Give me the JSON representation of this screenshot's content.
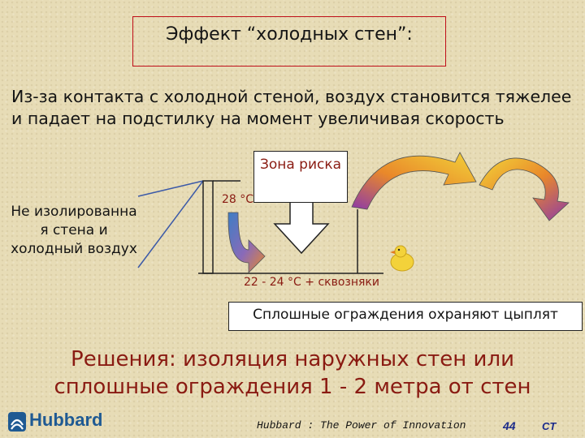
{
  "title": "Эффект “холодных стен”:",
  "intro": "Из-за контакта с холодной стеной, воздух становится тяжелее и падает на подстилку на момент увеличивая скорость",
  "diagram": {
    "risk_zone": "Зона риска",
    "temp_high": "28 °C",
    "temp_low": "22 - 24 °C + сквозняки",
    "wall_label": "Не изолированна я стена и холодный воздух",
    "protection_label": "Сплошные ограждения охраняют цыплят"
  },
  "solution": "Решения: изоляция наружных стен или сплошные ограждения  1 - 2 метра от стен",
  "footer": {
    "logo": "Hubbard",
    "tagline": "Hubbard : The Power of Innovation",
    "page": "44",
    "author": "CT"
  },
  "colors": {
    "background": "#e7dcb6",
    "title_border": "#c0101a",
    "accent_text": "#8a1b12",
    "arrow_blue": "#3e7ec4",
    "arrow_orange": "#e9882a",
    "arrow_yellow": "#f2d43a",
    "arrow_purple": "#8d3aa8"
  },
  "icons": [
    "curved-arrow-icon",
    "chick-icon",
    "hubbard-logo-icon"
  ]
}
